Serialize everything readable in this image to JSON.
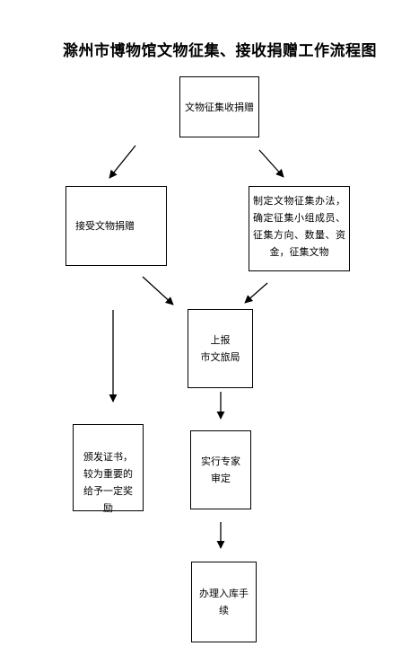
{
  "title": "滁州市博物馆文物征集、接收捐赠工作流程图",
  "nodes": {
    "top": "文物征集收捐赠",
    "accept": "接受文物捐赠",
    "plan": "制定文物征集办法，确定征集小组成员、征集方向、数量、资金，征集文物",
    "report": "上报\n市文旅局",
    "certificate": "颁发证书，较为重要的给予一定奖励",
    "review": "实行专家\n审定",
    "storage": "办理入库手\n续"
  }
}
